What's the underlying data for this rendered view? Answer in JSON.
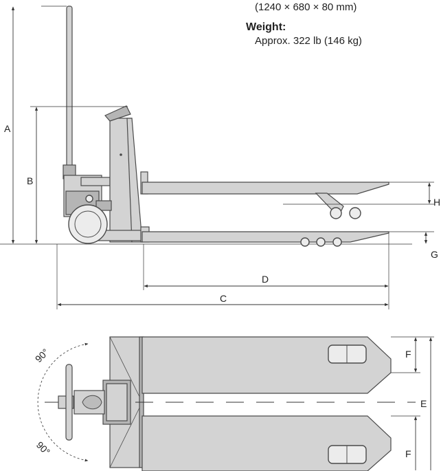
{
  "specs": {
    "dimensions": "(1240 × 680 × 80 mm)",
    "weight_label": "Weight:",
    "weight_value": "Approx. 322 lb (146 kg)"
  },
  "dimension_labels": {
    "A": "A",
    "B": "B",
    "C": "C",
    "D": "D",
    "E": "E",
    "F_top": "F",
    "F_bottom": "F",
    "G": "G",
    "H": "H"
  },
  "angle_labels": {
    "upper": "90°",
    "lower": "90°"
  },
  "colors": {
    "body": "#d3d3d3",
    "outline": "#4a4a4a",
    "dimension_line": "#333333"
  }
}
